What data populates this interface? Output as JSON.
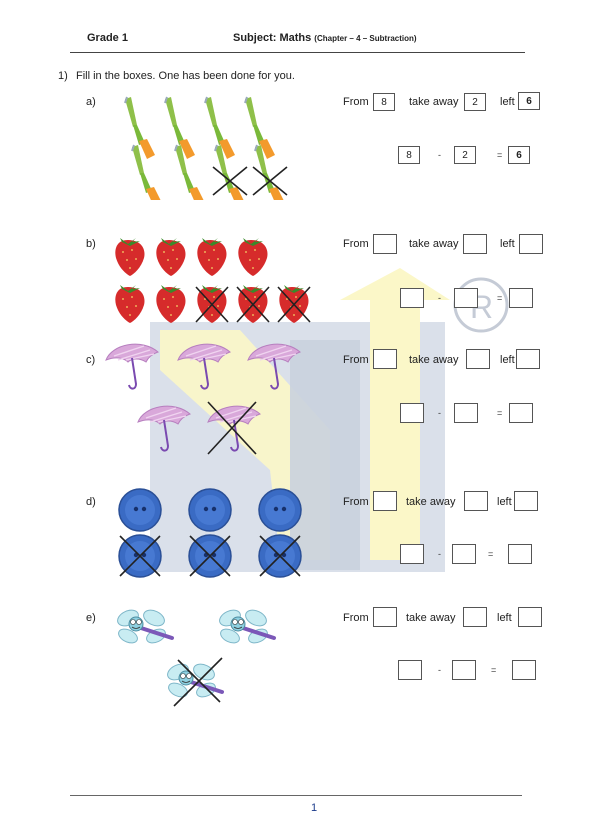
{
  "header": {
    "grade": "Grade 1",
    "subject": "Subject: Maths",
    "chapter": "(Chapter – 4 – Subtraction)"
  },
  "question": {
    "number": "1)",
    "instruction": "Fill in the boxes. One has been done for you."
  },
  "labels": {
    "from": "From",
    "take_away": "take away",
    "left": "left",
    "minus": "-",
    "equals": "="
  },
  "items": [
    {
      "letter": "a)",
      "picture": "toothbrush",
      "count": 8,
      "crossed": 2,
      "from": "8",
      "take_away": "2",
      "left": "6",
      "eq_a": "8",
      "eq_b": "2",
      "eq_c": "6"
    },
    {
      "letter": "b)",
      "picture": "strawberry",
      "count": 9,
      "crossed": 3,
      "from": "",
      "take_away": "",
      "left": "",
      "eq_a": "",
      "eq_b": "",
      "eq_c": ""
    },
    {
      "letter": "c)",
      "picture": "umbrella",
      "count": 5,
      "crossed": 1,
      "from": "",
      "take_away": "",
      "left": "",
      "eq_a": "",
      "eq_b": "",
      "eq_c": ""
    },
    {
      "letter": "d)",
      "picture": "button",
      "count": 6,
      "crossed": 3,
      "from": "",
      "take_away": "",
      "left": "",
      "eq_a": "",
      "eq_b": "",
      "eq_c": ""
    },
    {
      "letter": "e)",
      "picture": "dragonfly",
      "count": 3,
      "crossed": 1,
      "from": "",
      "take_away": "",
      "left": "",
      "eq_a": "",
      "eq_b": "",
      "eq_c": ""
    }
  ],
  "footer": {
    "page_number": "1"
  }
}
